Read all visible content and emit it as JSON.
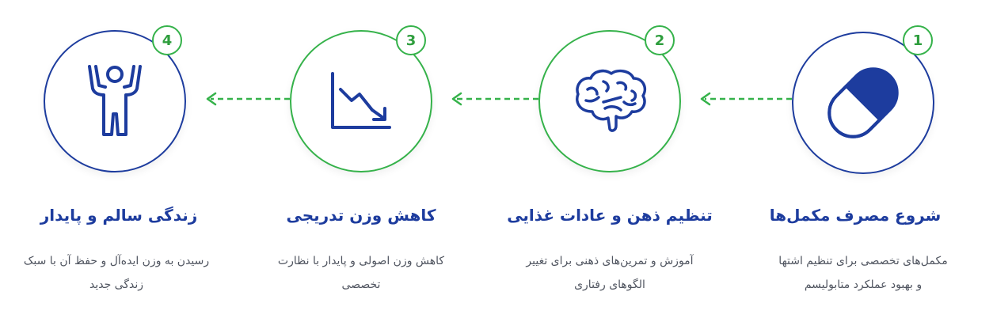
{
  "accent_blue": "#1d3c9e",
  "accent_green": "#35b24a",
  "steps": [
    {
      "number": "1",
      "icon": "pill-capsule-icon",
      "title": "شروع مصرف مکمل‌ها",
      "desc_line1": "مکمل‌های تخصصی برای تنظیم اشتها",
      "desc_line2": "و بهبود عملکرد متابولیسم"
    },
    {
      "number": "2",
      "icon": "brain-icon",
      "title": "تنظیم ذهن و عادات غذایی",
      "desc_line1": "آموزش و تمرین‌های ذهنی برای تغییر",
      "desc_line2": "الگوهای رفتاری"
    },
    {
      "number": "3",
      "icon": "trend-down-chart-icon",
      "title": "کاهش وزن تدریجی",
      "desc_line1": "کاهش وزن اصولی و پایدار با نظارت",
      "desc_line2": "تخصصی"
    },
    {
      "number": "4",
      "icon": "person-arms-raised-icon",
      "title": "زندگی سالم و پایدار",
      "desc_line1": "رسیدن به وزن ایده‌آل و حفظ آن با سبک",
      "desc_line2": "زندگی جدید"
    }
  ]
}
